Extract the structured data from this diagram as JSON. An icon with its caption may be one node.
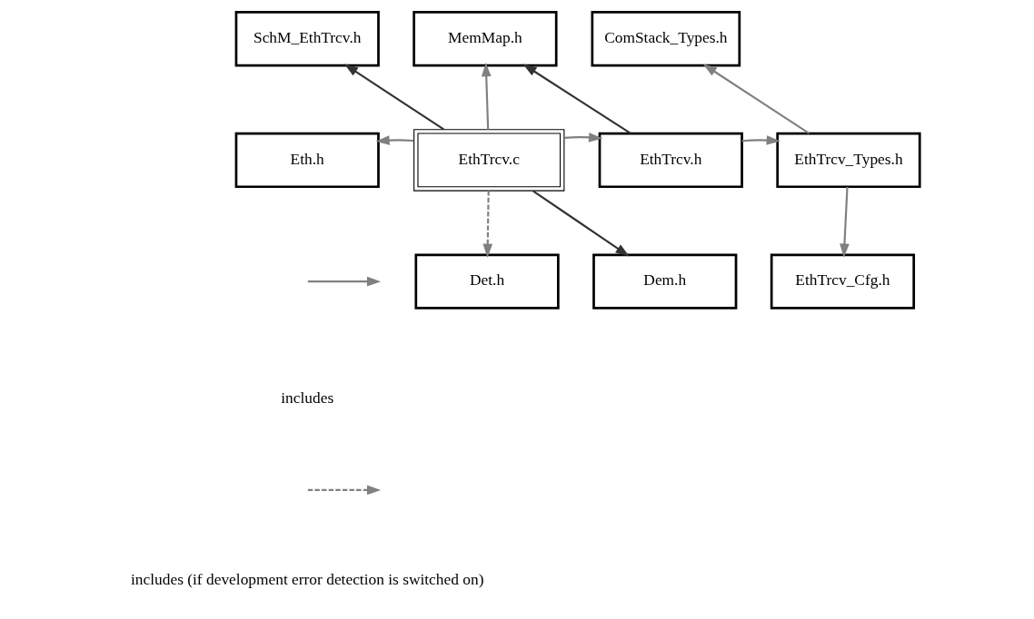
{
  "diagram": {
    "nodes": [
      {
        "text": [
          "SchM_EthTrcv.h"
        ]
      },
      {
        "text": [
          "MemMap.h"
        ]
      },
      {
        "text": [
          "ComStack_Types.h"
        ]
      },
      {
        "text": [
          "Eth.h"
        ]
      },
      {
        "text": [
          "EthTrcv.c"
        ]
      },
      {
        "text": [
          "EthTrcv.h"
        ]
      },
      {
        "text": [
          "EthTrcv_Types.h"
        ]
      },
      {
        "text": [
          "Det.h"
        ]
      },
      {
        "text": [
          "Dem.h"
        ]
      },
      {
        "text": [
          "EthTrcv_Cfg.h"
        ]
      }
    ],
    "edges": [
      {
        "from": 4,
        "to": 0,
        "arrow": "to",
        "color": "#333333"
      },
      {
        "from": 4,
        "to": 1,
        "arrow": "to"
      },
      {
        "from": 5,
        "to": 1,
        "arrow": "to",
        "color": "#333333"
      },
      {
        "from": 6,
        "to": 2,
        "arrow": "to"
      },
      {
        "from": 4,
        "to": 3,
        "arrow": "to"
      },
      {
        "from": 4,
        "to": 5,
        "arrow": "to"
      },
      {
        "from": 5,
        "to": 6,
        "arrow": "to"
      },
      {
        "from": 4,
        "to": 7,
        "arrow": "to",
        "style": "dashed"
      },
      {
        "from": 4,
        "to": 8,
        "arrow": "to",
        "color": "#333333"
      },
      {
        "from": 6,
        "to": 9,
        "arrow": "to"
      }
    ],
    "legend": [
      {
        "text": "includes"
      },
      {
        "text": "includes (if development error detection is switched on)"
      }
    ]
  }
}
